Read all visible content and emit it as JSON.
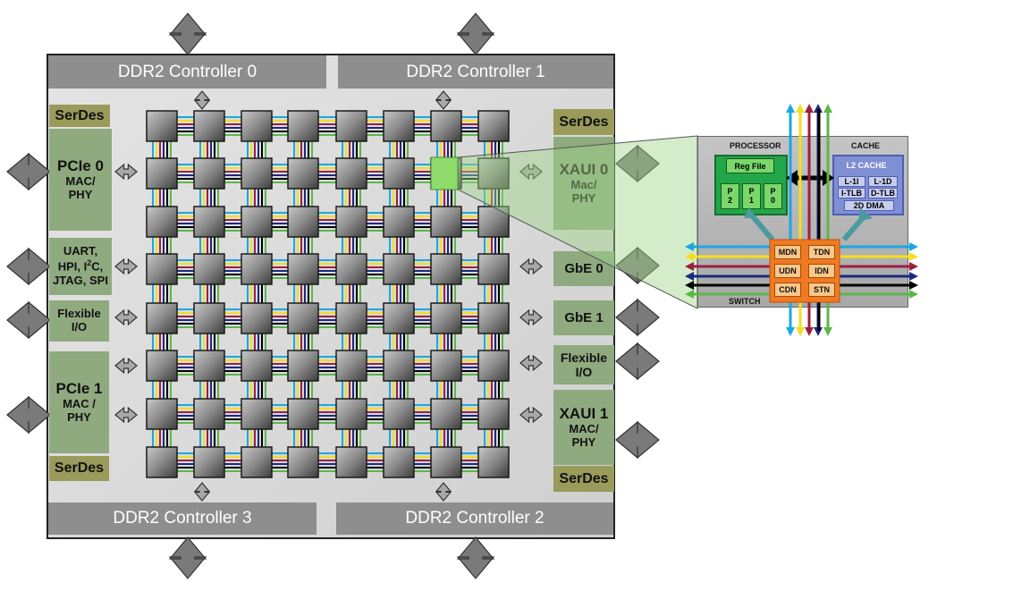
{
  "controllers": {
    "c0": "DDR2 Controller 0",
    "c1": "DDR2 Controller 1",
    "c2": "DDR2 Controller 2",
    "c3": "DDR2 Controller 3"
  },
  "left": {
    "serdes_top": "SerDes",
    "pcie0_title": "PCIe 0",
    "pcie0_sub1": "MAC/",
    "pcie0_sub2": "PHY",
    "uart1": "UART,",
    "uart2_pre": "HPI, I",
    "uart2_sup": "2",
    "uart2_post": "C,",
    "uart3": "JTAG, SPI",
    "flex1": "Flexible",
    "flex2": "I/O",
    "pcie1_title": "PCIe 1",
    "pcie1_sub1": "MAC /",
    "pcie1_sub2": "PHY",
    "serdes_bottom": "SerDes"
  },
  "right": {
    "serdes_top": "SerDes",
    "xaui0_title": "XAUI 0",
    "xaui0_sub1": "Mac/",
    "xaui0_sub2": "PHY",
    "gbe0": "GbE 0",
    "gbe1": "GbE 1",
    "flex1": "Flexible",
    "flex2": "I/O",
    "xaui1_title": "XAUI 1",
    "xaui1_sub1": "MAC/",
    "xaui1_sub2": "PHY",
    "serdes_bottom": "SerDes"
  },
  "tile": {
    "processor": "PROCESSOR",
    "cache": "CACHE",
    "switch": "SWITCH",
    "reg_file": "Reg File",
    "p2": "P 2",
    "p1": "P 1",
    "p0": "P 0",
    "l2_cache": "L2 CACHE",
    "l1i": "L-1I",
    "l1d": "L-1D",
    "itlb": "I-TLB",
    "dtlb": "D-TLB",
    "dma": "2D DMA",
    "networks": [
      "MDN",
      "TDN",
      "UDN",
      "IDN",
      "CDN",
      "STN"
    ]
  },
  "colors": {
    "net_cyan": "#1aa8e0",
    "net_yellow": "#f0e020",
    "net_maroon": "#9a2040",
    "net_navy": "#1a2a80",
    "net_black": "#000000",
    "net_green": "#5ab848",
    "switch_orange": "#f07a20",
    "block_green": "#8faa7f",
    "serdes_olive": "#9a9a5a",
    "controller_grey": "#8e8e8e"
  }
}
